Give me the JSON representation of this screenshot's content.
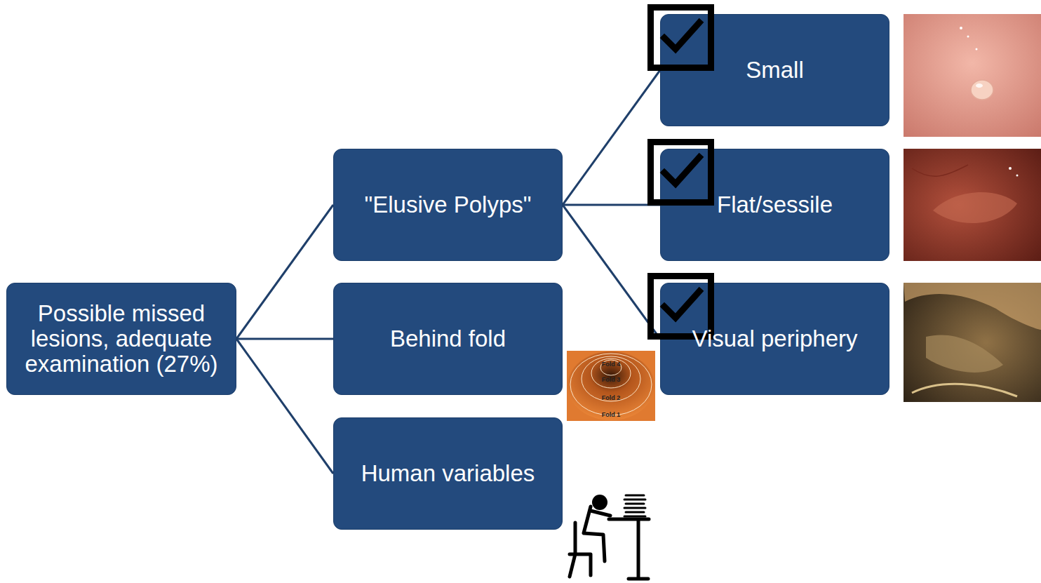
{
  "diagram": {
    "nodes": [
      {
        "text": [
          "Possible missed lesions, adequate examination (27%)"
        ]
      },
      {
        "text": [
          "\"Elusive Polyps\""
        ]
      },
      {
        "text": [
          "Behind fold"
        ]
      },
      {
        "text": [
          "Human variables"
        ]
      },
      {
        "text": [
          "Small"
        ]
      },
      {
        "text": [
          "Flat/sessile"
        ]
      },
      {
        "text": [
          "Visual periphery"
        ]
      }
    ],
    "edges": [
      {
        "from": 0,
        "to": 1,
        "arrow": "none"
      },
      {
        "from": 0,
        "to": 2,
        "arrow": "none"
      },
      {
        "from": 0,
        "to": 3,
        "arrow": "none"
      },
      {
        "from": 1,
        "to": 4,
        "arrow": "none"
      },
      {
        "from": 1,
        "to": 5,
        "arrow": "none"
      },
      {
        "from": 1,
        "to": 6,
        "arrow": "none"
      }
    ],
    "labels": [
      "Fold 4",
      "Fold 3",
      "Fold 2",
      "Fold 1"
    ]
  }
}
